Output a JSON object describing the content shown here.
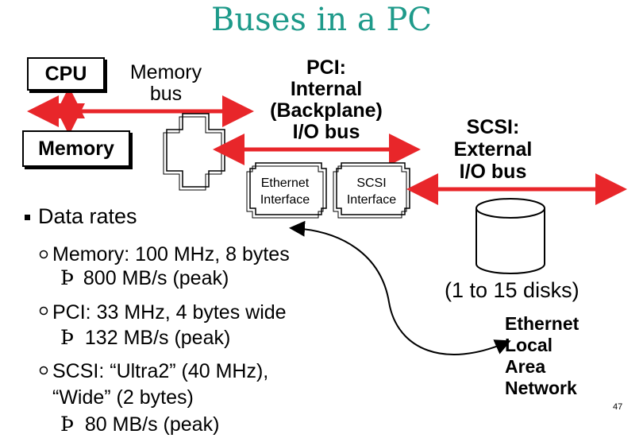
{
  "title": "Buses in a PC",
  "cpu_label": "CPU",
  "memory_box_label": "Memory",
  "memory_bus_label": [
    "Memory",
    "bus"
  ],
  "pci_label": [
    "PCI:",
    "Internal",
    "(Backplane)",
    "I/O bus"
  ],
  "ethernet_interface_label": [
    "Ethernet",
    "Interface"
  ],
  "scsi_interface_label": [
    "SCSI",
    "Interface"
  ],
  "scsi_bus_label": [
    "SCSI:",
    "External",
    "I/O bus"
  ],
  "disks_label": "(1 to 15 disks)",
  "network_label": [
    "Ethernet",
    "Local",
    "Area",
    "Network"
  ],
  "bullets": {
    "heading": "Data rates",
    "items": [
      {
        "line1": "Memory: 100 MHz, 8 bytes",
        "line2": "800 MB/s (peak)"
      },
      {
        "line1": "PCI: 33 MHz, 4 bytes wide",
        "line2": "132 MB/s (peak)"
      },
      {
        "line1": "SCSI: “Ultra2” (40 MHz),",
        "line2": "“Wide” (2 bytes)",
        "line3": "80 MB/s (peak)"
      }
    ],
    "implies_symbol": "Þ"
  },
  "page_number": "47",
  "colors": {
    "title": "#1e9a8a",
    "bus_arrow": "#e8262a"
  }
}
